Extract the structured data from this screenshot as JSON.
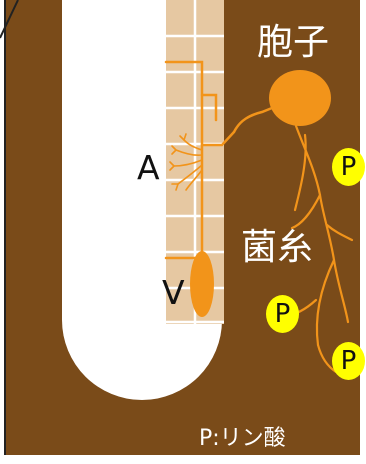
{
  "labels": {
    "arbuscule": "A",
    "vesicle": "V",
    "spore": "胞子",
    "hypha": "菌糸",
    "phosphate_symbol": "P",
    "legend": "P:リン酸"
  },
  "colors": {
    "soil": "#7a4b19",
    "root": "#ffffff",
    "cortex_cells": "#e6c8a2",
    "cell_walls": "#ffffff",
    "fungus": "#f2941a",
    "phosphate_badge": "#ffff00"
  }
}
